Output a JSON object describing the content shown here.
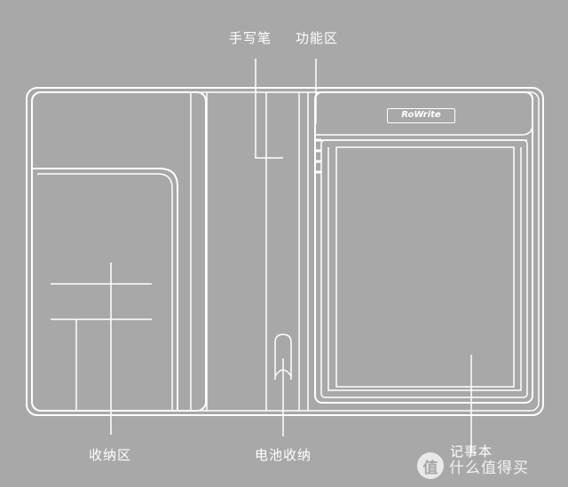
{
  "labels": {
    "pen": "手写笔",
    "function_area": "功能区",
    "storage_area": "收纳区",
    "battery_storage": "电池收纳",
    "notebook": "记事本"
  },
  "brand": {
    "logo_text": "RoWrite"
  },
  "watermark": {
    "icon_glyph": "值",
    "text": "什么值得买"
  },
  "colors": {
    "background": "#a8a8a8",
    "outline": "#ffffff"
  }
}
